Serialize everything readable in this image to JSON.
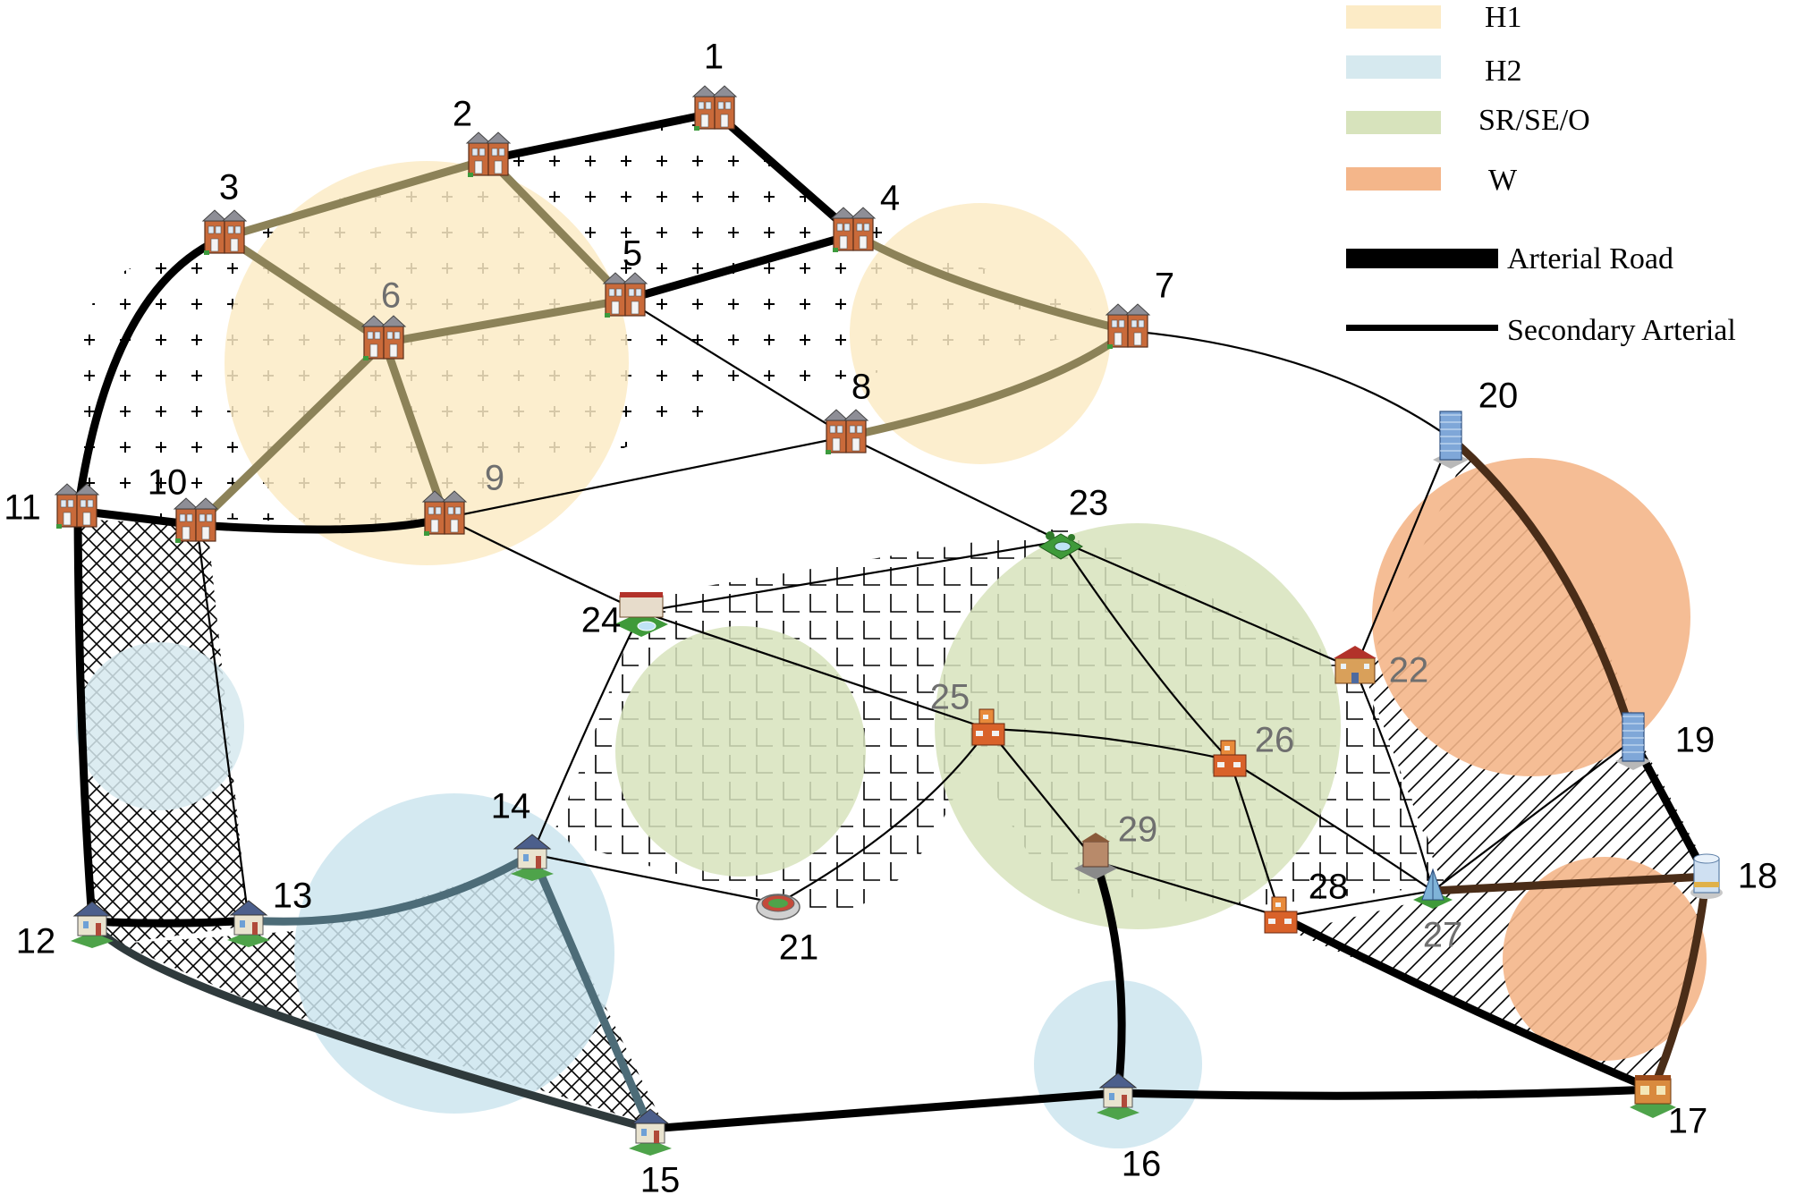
{
  "legend": {
    "areas": [
      {
        "label": "H1",
        "color": "#fcebc6"
      },
      {
        "label": "H2",
        "color": "#d6e9ef"
      },
      {
        "label": "SR/SE/O",
        "color": "#d7e3bc"
      },
      {
        "label": "W",
        "color": "#f4b68a"
      }
    ],
    "roads": [
      {
        "label": "Arterial Road"
      },
      {
        "label": "Secondary Arterial"
      }
    ]
  },
  "nodes": [
    {
      "id": "1",
      "icon": "townhouse-icon"
    },
    {
      "id": "2",
      "icon": "townhouse-icon"
    },
    {
      "id": "3",
      "icon": "townhouse-icon"
    },
    {
      "id": "4",
      "icon": "townhouse-icon"
    },
    {
      "id": "5",
      "icon": "townhouse-icon"
    },
    {
      "id": "6",
      "icon": "townhouse-icon"
    },
    {
      "id": "7",
      "icon": "townhouse-icon"
    },
    {
      "id": "8",
      "icon": "townhouse-icon"
    },
    {
      "id": "9",
      "icon": "townhouse-icon"
    },
    {
      "id": "10",
      "icon": "townhouse-icon"
    },
    {
      "id": "11",
      "icon": "townhouse-icon"
    },
    {
      "id": "12",
      "icon": "house-icon"
    },
    {
      "id": "13",
      "icon": "house-icon"
    },
    {
      "id": "14",
      "icon": "house-icon"
    },
    {
      "id": "15",
      "icon": "house-icon"
    },
    {
      "id": "16",
      "icon": "house-icon"
    },
    {
      "id": "17",
      "icon": "shop-icon"
    },
    {
      "id": "18",
      "icon": "office-building-icon"
    },
    {
      "id": "19",
      "icon": "skyscraper-icon"
    },
    {
      "id": "20",
      "icon": "skyscraper-icon"
    },
    {
      "id": "21",
      "icon": "stadium-icon"
    },
    {
      "id": "22",
      "icon": "school-icon"
    },
    {
      "id": "23",
      "icon": "park-icon"
    },
    {
      "id": "24",
      "icon": "mall-icon"
    },
    {
      "id": "25",
      "icon": "factory-icon"
    },
    {
      "id": "26",
      "icon": "factory-icon"
    },
    {
      "id": "27",
      "icon": "monument-icon"
    },
    {
      "id": "28",
      "icon": "factory-icon"
    },
    {
      "id": "29",
      "icon": "hall-icon"
    }
  ],
  "arterial_roads": [
    [
      "1",
      "2"
    ],
    [
      "2",
      "3"
    ],
    [
      "1",
      "4"
    ],
    [
      "4",
      "5"
    ],
    [
      "3",
      "11"
    ],
    [
      "11",
      "12"
    ],
    [
      "11",
      "10"
    ],
    [
      "10",
      "9"
    ],
    [
      "10",
      "6"
    ],
    [
      "3",
      "6"
    ],
    [
      "6",
      "5"
    ],
    [
      "2",
      "5"
    ],
    [
      "6",
      "9"
    ],
    [
      "4",
      "7"
    ],
    [
      "7",
      "8"
    ],
    [
      "12",
      "13"
    ],
    [
      "13",
      "14"
    ],
    [
      "14",
      "15"
    ],
    [
      "12",
      "15"
    ],
    [
      "15",
      "16"
    ],
    [
      "16",
      "17"
    ],
    [
      "17",
      "18"
    ],
    [
      "18",
      "19"
    ],
    [
      "19",
      "20"
    ],
    [
      "17",
      "28"
    ],
    [
      "27",
      "18"
    ],
    [
      "16",
      "29"
    ]
  ],
  "secondary_roads": [
    [
      "5",
      "8"
    ],
    [
      "8",
      "9"
    ],
    [
      "7",
      "20"
    ],
    [
      "8",
      "23"
    ],
    [
      "9",
      "24"
    ],
    [
      "10",
      "13"
    ],
    [
      "24",
      "23"
    ],
    [
      "24",
      "14"
    ],
    [
      "24",
      "25"
    ],
    [
      "25",
      "26"
    ],
    [
      "26",
      "27"
    ],
    [
      "25",
      "29"
    ],
    [
      "29",
      "28"
    ],
    [
      "28",
      "26"
    ],
    [
      "28",
      "27"
    ],
    [
      "23",
      "22"
    ],
    [
      "23",
      "26"
    ],
    [
      "22",
      "20"
    ],
    [
      "22",
      "27"
    ],
    [
      "14",
      "21"
    ],
    [
      "21",
      "25"
    ],
    [
      "19",
      "27"
    ]
  ]
}
